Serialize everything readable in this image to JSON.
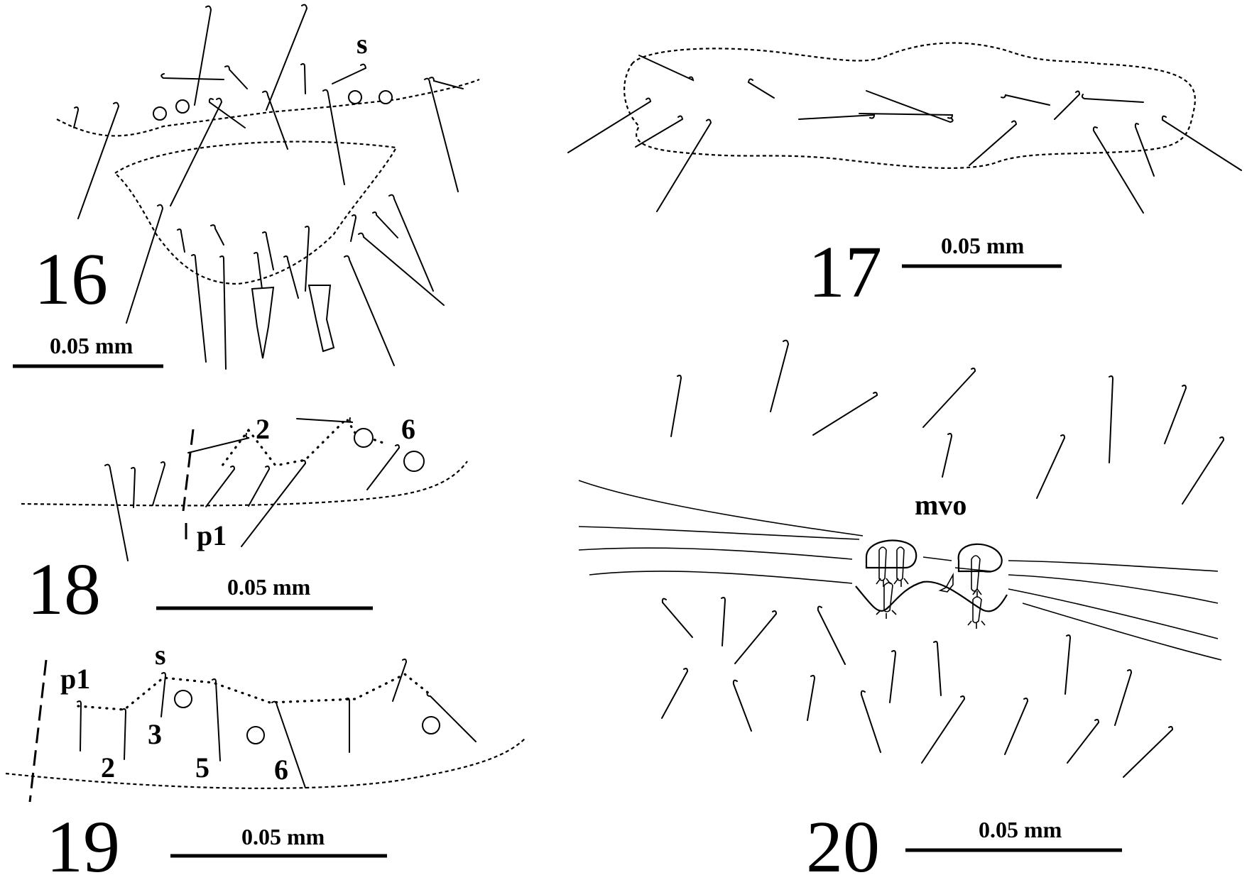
{
  "figures": [
    {
      "id": "16",
      "number": "16",
      "scale": "0.05 mm",
      "labels": [
        "s"
      ]
    },
    {
      "id": "17",
      "number": "17",
      "scale": "0.05 mm",
      "labels": []
    },
    {
      "id": "18",
      "number": "18",
      "scale": "0.05 mm",
      "labels": [
        "2",
        "6",
        "p1"
      ]
    },
    {
      "id": "19",
      "number": "19",
      "scale": "0.05 mm",
      "labels": [
        "p1",
        "s",
        "2",
        "3",
        "5",
        "6"
      ]
    },
    {
      "id": "20",
      "number": "20",
      "scale": "0.05 mm",
      "labels": [
        "mvo"
      ]
    }
  ]
}
